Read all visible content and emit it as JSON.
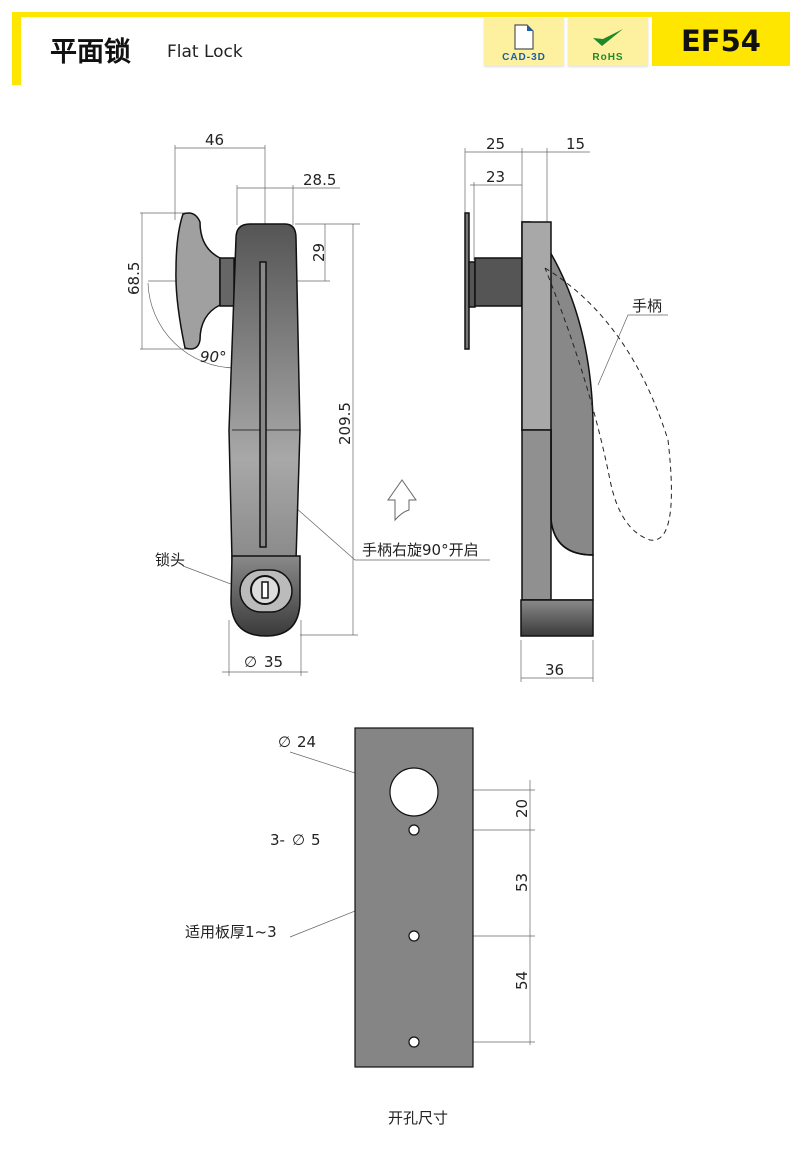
{
  "header": {
    "title": "平面锁",
    "subtitle": "Flat Lock",
    "badges": [
      {
        "label": "CAD-3D",
        "icon": "document-icon"
      },
      {
        "label": "RoHS",
        "icon": "checkmark-icon"
      }
    ],
    "code": "EF54"
  },
  "front_view": {
    "dims": {
      "width_handle": "46",
      "offset": "28.5",
      "handle_height": "68.5",
      "top": "29",
      "total": "209.5",
      "diameter": "35",
      "angle": "90°"
    },
    "labels": {
      "lock_head": "锁头",
      "rotate": "手柄右旋90°开启"
    }
  },
  "side_view": {
    "dims": {
      "d25": "25",
      "d15": "15",
      "d23": "23",
      "d36": "36"
    },
    "labels": {
      "handle": "手柄"
    }
  },
  "cutout": {
    "dims": {
      "hole": "24",
      "small_holes": "3-",
      "small_dia": "5",
      "d20": "20",
      "d53": "53",
      "d54": "54"
    },
    "labels": {
      "thickness": "适用板厚1~3",
      "caption": "开孔尺寸"
    }
  },
  "colors": {
    "accent": "#ffe600",
    "part": "#7a7a7a"
  }
}
